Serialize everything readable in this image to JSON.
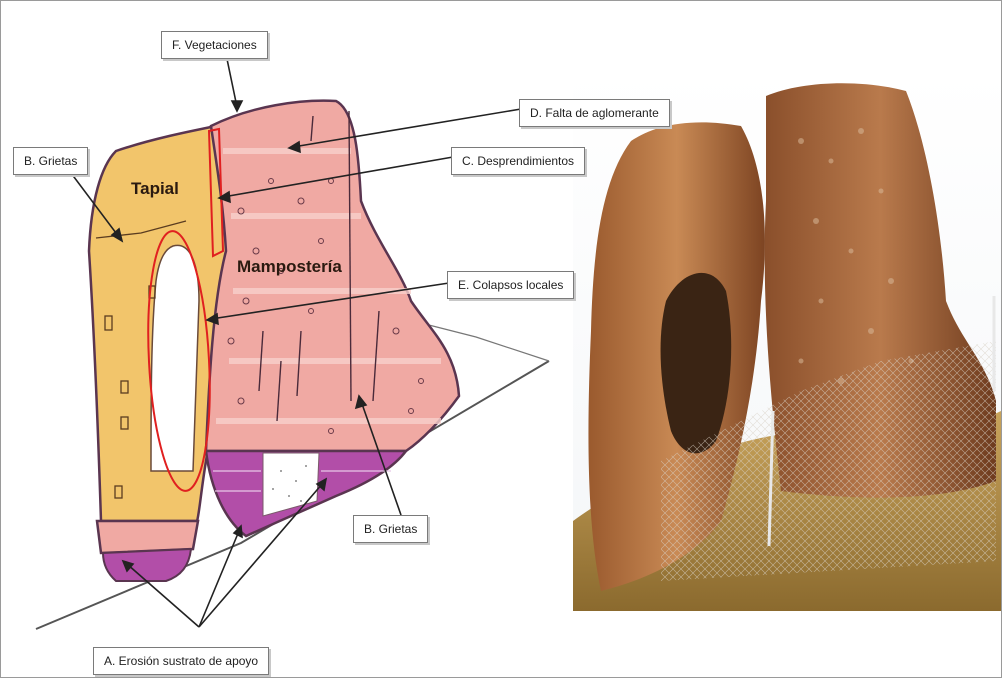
{
  "labels": {
    "vegetaciones": "F. Vegetaciones",
    "grietas_top": "B. Grietas",
    "aglomerante": "D. Falta de aglomerante",
    "desprendimientos": "C. Desprendimientos",
    "colapsos": "E. Colapsos locales",
    "grietas_bottom": "B. Grietas",
    "erosion": "A. Erosión sustrato de apoyo"
  },
  "parts": {
    "tapial": "Tapial",
    "mamposteria": "Mampostería"
  },
  "colors": {
    "tapial_fill": "#f2c56b",
    "mamposteria_fill": "#f0a9a3",
    "base_fill": "#b24ea8",
    "outline": "#5a3550",
    "highlight_red": "#e02020"
  }
}
